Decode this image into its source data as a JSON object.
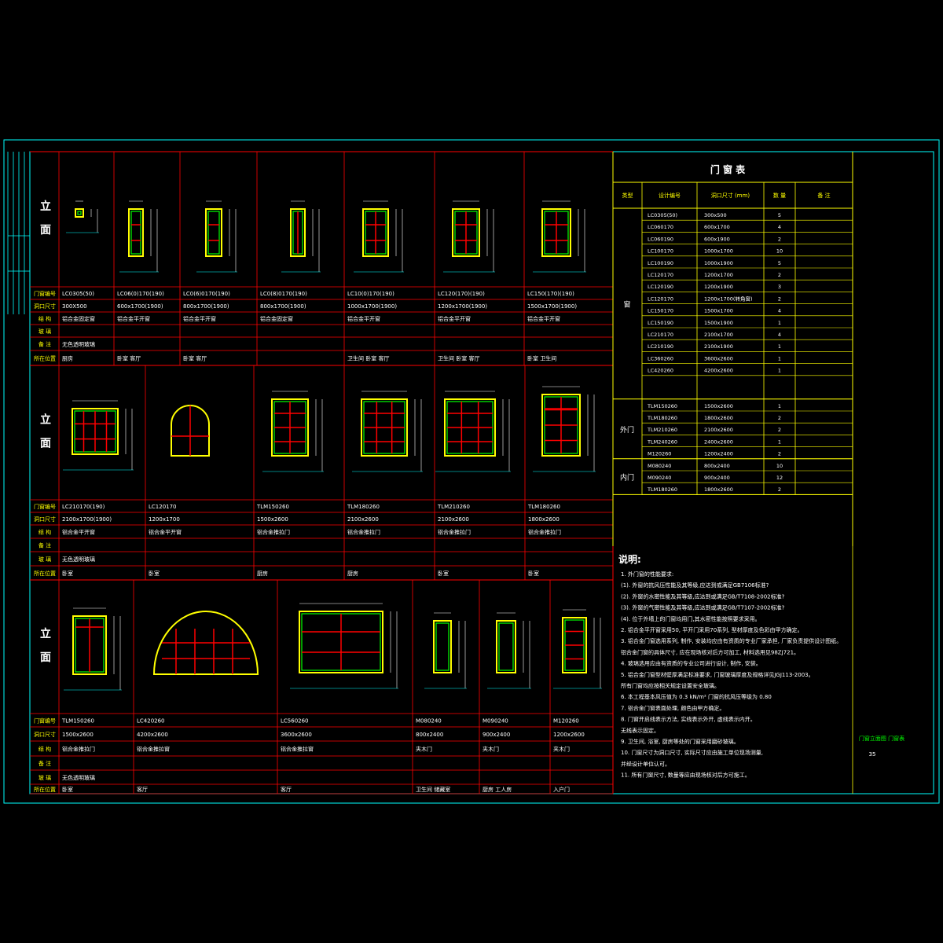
{
  "colors": {
    "background": "#000000",
    "border": "#00ffff",
    "grid": "#ff0000",
    "frame": "#ffff00",
    "inner_frame": "#00ff00",
    "text": "#ffffff"
  },
  "section_label": "立\n面",
  "row_labels": [
    "门窗编号",
    "洞口尺寸",
    "结    构",
    "玻    璃",
    "备    注",
    "所在位置"
  ],
  "row_labels_short": [
    "门窗编号",
    "洞口尺寸",
    "结    构",
    "备    注",
    "玻    璃",
    "所在位置"
  ],
  "band1": {
    "codes": [
      "LC0305(50)",
      "LC06(0)170(190)",
      "LC0(6)0170(190)",
      "LC0(8)0170(190)",
      "LC10(0)170(190)",
      "LC120(170)(190)",
      "LC150(170)(190)"
    ],
    "sizes": [
      "300X500",
      "600x1700(1900)",
      "800x1700(1900)",
      "800x1700(1900)",
      "1000x1700(1900)",
      "1200x1700(1900)",
      "1500x1700(1900)"
    ],
    "structures": [
      "铝合金固定窗",
      "铝合金平开窗",
      "铝合金平开窗",
      "铝合金固定窗",
      "铝合金平开窗",
      "铝合金平开窗",
      "铝合金平开窗"
    ],
    "remark": "无色透明玻璃",
    "locations": [
      "厨房",
      "卧室  客厅",
      "卧室  客厅",
      "",
      "卫生间  卧室  客厅",
      "卫生间  卧室  客厅",
      "卧室  卫生间"
    ]
  },
  "band2": {
    "codes": [
      "LC210170(190)",
      "LC120170",
      "TLM150260",
      "TLM180260",
      "TLM210260",
      "TLM180260"
    ],
    "sizes": [
      "2100x1700(1900)",
      "1200x1700",
      "1500x2600",
      "2100x2600",
      "2100x2600",
      "1800x2600"
    ],
    "structures": [
      "铝合金平开窗",
      "铝合金平开窗",
      "铝合金推拉门",
      "铝合金推拉门",
      "铝合金推拉门",
      "铝合金推拉门"
    ],
    "remark": "无色透明玻璃",
    "locations": [
      "卧室",
      "卧室",
      "厨房",
      "厨房",
      "卧室",
      "卧室"
    ]
  },
  "band3": {
    "codes": [
      "TLM150260",
      "LC420260",
      "LC560260",
      "M080240",
      "M090240",
      "M120260"
    ],
    "sizes": [
      "1500x2600",
      "4200x2600",
      "3600x2600",
      "800x2400",
      "900x2400",
      "1200x2600"
    ],
    "structures": [
      "铝合金推拉门",
      "铝合金推拉窗",
      "铝合金推拉窗",
      "夹木门",
      "夹木门",
      "夹木门"
    ],
    "remark": "无色透明玻璃",
    "locations": [
      "卧室",
      "客厅",
      "客厅",
      "卫生间  储藏室",
      "厨房  工人房",
      "入户门"
    ]
  },
  "schedule": {
    "title": "门 窗 表",
    "headers": [
      "类型",
      "设计编号",
      "洞口尺寸 (mm)",
      "数 量",
      "备 注"
    ],
    "groups": [
      {
        "type": "窗",
        "rows": [
          [
            "LC0305(50)",
            "300x500",
            "5"
          ],
          [
            "LC060170",
            "600x1700",
            "4"
          ],
          [
            "LC060190",
            "600x1900",
            "2"
          ],
          [
            "LC100170",
            "1000x1700",
            "10"
          ],
          [
            "LC100190",
            "1000x1900",
            "5"
          ],
          [
            "LC120170",
            "1200x1700",
            "2"
          ],
          [
            "LC120190",
            "1200x1900",
            "3"
          ],
          [
            "LC120170",
            "1200x1700(转角窗)",
            "2"
          ],
          [
            "LC150170",
            "1500x1700",
            "4"
          ],
          [
            "LC150190",
            "1500x1900",
            "1"
          ],
          [
            "LC210170",
            "2100x1700",
            "4"
          ],
          [
            "LC210190",
            "2100x1900",
            "1"
          ],
          [
            "LC360260",
            "3600x2600",
            "1"
          ],
          [
            "LC420260",
            "4200x2600",
            "1"
          ]
        ]
      },
      {
        "type": "外门",
        "rows": [
          [
            "TLM150260",
            "1500x2600",
            "1"
          ],
          [
            "TLM180260",
            "1800x2600",
            "2"
          ],
          [
            "TLM210260",
            "2100x2600",
            "2"
          ],
          [
            "TLM240260",
            "2400x2600",
            "1"
          ],
          [
            "M120260",
            "1200x2400",
            "2"
          ]
        ]
      },
      {
        "type": "内门",
        "rows": [
          [
            "M080240",
            "800x2400",
            "10"
          ],
          [
            "M090240",
            "900x2400",
            "12"
          ],
          [
            "TLM180260",
            "1800x2600",
            "2"
          ]
        ]
      }
    ]
  },
  "notes": {
    "title": "说明:",
    "lines": [
      "1. 外门窗的性能要求:",
      "  (1). 外窗的抗风压性能及其等级,应达到或满足GB7106标准?",
      "  (2). 外窗的水密性能及其等级,应达到或满足GB/T7108-2002标准?",
      "  (3). 外窗的气密性能及其等级,应达到或满足GB/T7107-2002标准?",
      "  (4). 位于外墙上的门窗均用门,其水密性能按照要求采用。",
      "2. 铝合金平开窗采用50, 平开门采用70系列, 型材厚度及色彩由甲方确定。",
      "3. 铝合金门窗选用系列, 制作, 安装均应由有资质的专业厂家承担, 厂家负责提供设计图纸。",
      "  铝合金门窗的具体尺寸, 应在现场核对后方可加工, 材料选用见98ZJ721。",
      "4. 玻璃选用应由有资质的专业公司进行设计, 制作, 安装。",
      "5. 铝合金门窗型材壁厚满足标准要求, 门窗玻璃厚度及规格详见JGJ113-2003。",
      "  所有门窗均应按相关规定设置安全玻璃。",
      "6. 本工程基本风压值为  0.3 kN/m² 门窗的抗风压等级为  0.80",
      "7. 铝合金门窗表面处理, 颜色由甲方确定。",
      "8. 门窗开启线表示方法, 实线表示外开, 虚线表示内开。",
      "  无线表示固定。",
      "9. 卫生间, 浴室, 厨房等处的门窗采用磨砂玻璃。",
      "10. 门窗尺寸为洞口尺寸, 实际尺寸应由施工单位现场测量,",
      "  并经设计单位认可。",
      "11. 所有门窗尺寸, 数量等应由现场核对后方可施工。"
    ]
  },
  "title_block": {
    "drawing_name": "门窗立面图 门窗表",
    "sheet_no": "35"
  }
}
